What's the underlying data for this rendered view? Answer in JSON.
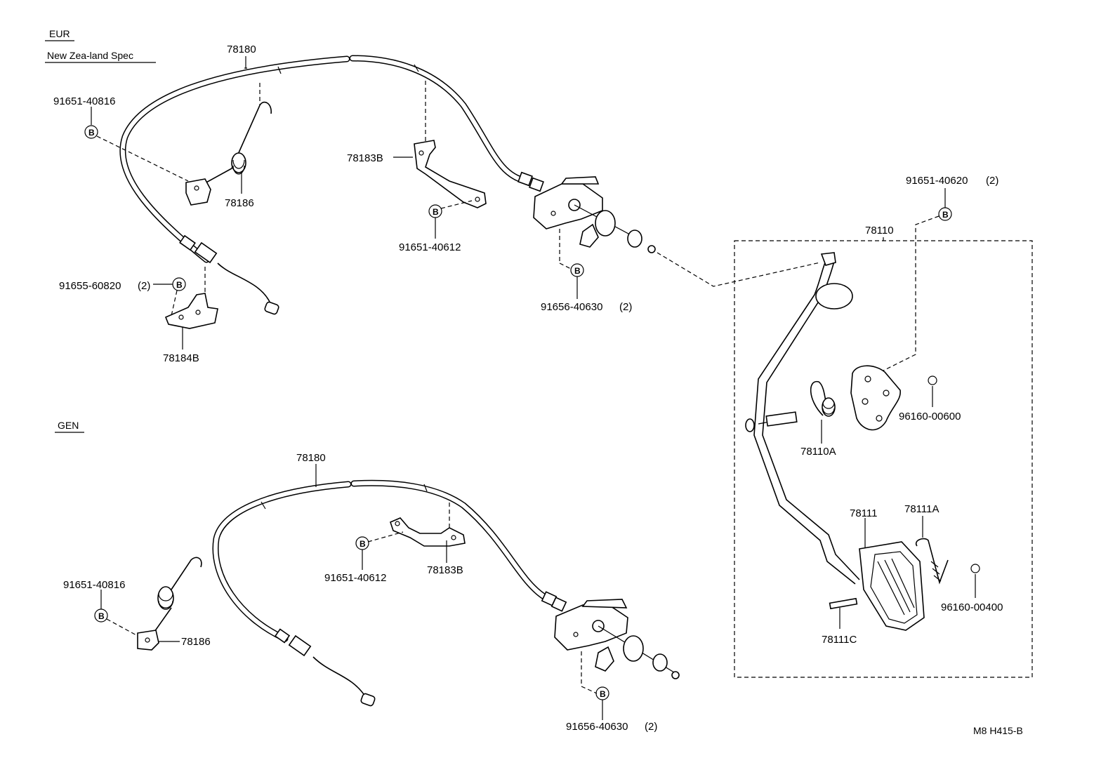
{
  "sections": {
    "eur": "EUR",
    "nz": "New Zea-land Spec",
    "gen": "GEN"
  },
  "bolt_marker": "B",
  "eur": {
    "cable": "78180",
    "bolt_top": "91651-40816",
    "spring": "78186",
    "bracket_lower": "91655-60820",
    "bracket_lower_qty": "(2)",
    "lower_bracket": "78184B",
    "lever": "78183B",
    "lever_bolt": "91651-40612",
    "mount_bolt": "91656-40630",
    "mount_bolt_qty": "(2)"
  },
  "gen": {
    "cable": "78180",
    "bolt": "91651-40816",
    "spring": "78186",
    "lever_bolt": "91651-40612",
    "lever": "78183B",
    "mount_bolt": "91656-40630",
    "mount_bolt_qty": "(2)"
  },
  "pedal": {
    "assy": "78110",
    "bolt": "91651-40620",
    "bolt_qty": "(2)",
    "spring": "78110A",
    "clip_upper": "96160-00600",
    "pad": "78111",
    "pad_spring": "78111A",
    "pin": "78111C",
    "clip_lower": "96160-00400"
  },
  "diagram_code": "M8 H415-B"
}
